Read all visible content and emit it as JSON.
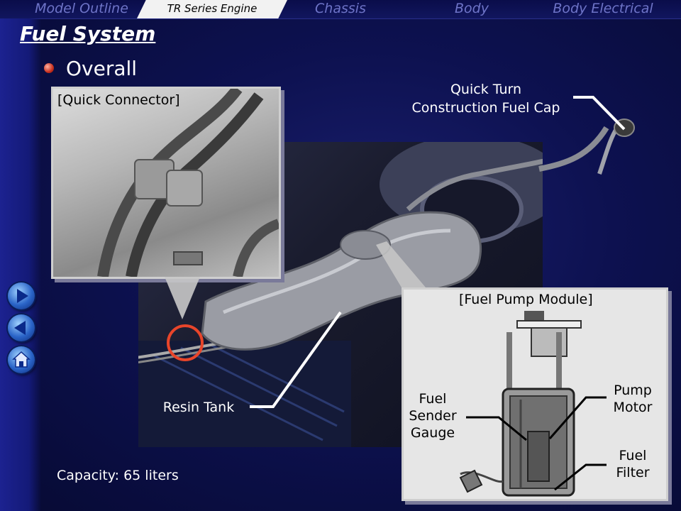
{
  "tabs": [
    {
      "label": "Model Outline",
      "active": false
    },
    {
      "label": "TR Series Engine",
      "active": true
    },
    {
      "label": "Chassis",
      "active": false
    },
    {
      "label": "Body",
      "active": false
    },
    {
      "label": "Body Electrical",
      "active": false
    }
  ],
  "page": {
    "title": "Fuel System",
    "subtitle": "Overall"
  },
  "labels": {
    "quick_connector": "[Quick Connector]",
    "fuel_cap_line1": "Quick Turn",
    "fuel_cap_line2": "Construction Fuel Cap",
    "fuel_pump_module": "[Fuel Pump Module]",
    "resin_tank": "Resin Tank",
    "capacity": "Capacity: 65 liters",
    "fuel_sender_gauge_1": "Fuel",
    "fuel_sender_gauge_2": "Sender",
    "fuel_sender_gauge_3": "Gauge",
    "pump_motor_1": "Pump",
    "pump_motor_2": "Motor",
    "fuel_filter_1": "Fuel",
    "fuel_filter_2": "Filter"
  },
  "nav": {
    "next_icon": "arrow-right-icon",
    "prev_icon": "arrow-left-icon",
    "home_icon": "home-icon"
  },
  "colors": {
    "background": "#0d1150",
    "highlight_circle": "#e8452a",
    "leader_lines": "#ffffff"
  }
}
